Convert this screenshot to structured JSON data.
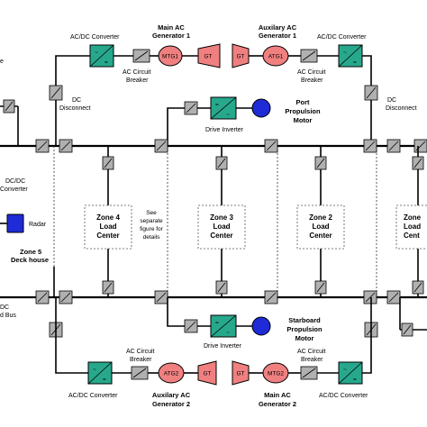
{
  "labels": {
    "ac_dc_converter_top_left": "AC/DC Converter",
    "main_ac_generator_1_a": "Main AC",
    "main_ac_generator_1_b": "Generator 1",
    "aux_ac_generator_1_a": "Auxilary AC",
    "aux_ac_generator_1_b": "Generator 1",
    "ac_dc_converter_top_right": "AC/DC Converter",
    "ac_circuit_breaker_tl_a": "AC Circuit",
    "ac_circuit_breaker_tl_b": "Breaker",
    "ac_circuit_breaker_tr_a": "AC Circuit",
    "ac_circuit_breaker_tr_b": "Breaker",
    "mtg1": "MTG1",
    "gt_tl": "GT",
    "gt_tr": "GT",
    "atg1": "ATG1",
    "dc_disconnect_left_a": "DC",
    "dc_disconnect_left_b": "Disconnect",
    "dc_disconnect_right_a": "DC",
    "dc_disconnect_right_b": "Disconnect",
    "drive_inverter_top": "Drive Inverter",
    "port_motor_a": "Port",
    "port_motor_b": "Propulsion",
    "port_motor_c": "Motor",
    "edge_e": "e",
    "dc_dc_a": "DC/DC",
    "dc_dc_b": "Converter",
    "radar": "Radar",
    "zone4_a": "Zone 4",
    "zone4_b": "Load",
    "zone4_c": "Center",
    "see_note_a": "See",
    "see_note_b": "separate",
    "see_note_c": "figure for",
    "see_note_d": "details",
    "zone3_a": "Zone 3",
    "zone3_b": "Load",
    "zone3_c": "Center",
    "zone2_a": "Zone 2",
    "zone2_b": "Load",
    "zone2_c": "Center",
    "zone1_a": "Zone",
    "zone1_b": "Load",
    "zone1_c": "Cent",
    "zone5_a": "Zone 5",
    "zone5_b": "Deck house",
    "dc_bus_a": "DC",
    "dc_bus_b": "d Bus",
    "stbd_motor_a": "Starboard",
    "stbd_motor_b": "Propulsion",
    "stbd_motor_c": "Motor",
    "drive_inverter_bottom": "Drive Inverter",
    "ac_circuit_breaker_bl_a": "AC Circuit",
    "ac_circuit_breaker_bl_b": "Breaker",
    "ac_circuit_breaker_br_a": "AC Circuit",
    "ac_circuit_breaker_br_b": "Breaker",
    "atg2": "ATG2",
    "gt_bl": "GT",
    "gt_br": "GT",
    "mtg2": "MTG2",
    "ac_dc_converter_bottom_left": "AC/DC Converter",
    "aux_ac_generator_2_a": "Auxilary AC",
    "aux_ac_generator_2_b": "Generator 2",
    "main_ac_generator_2_a": "Main AC",
    "main_ac_generator_2_b": "Generator 2",
    "ac_dc_converter_bottom_right": "AC/DC Converter"
  }
}
